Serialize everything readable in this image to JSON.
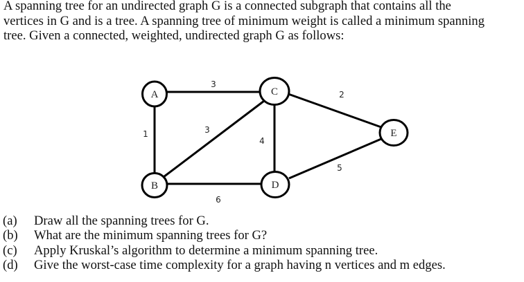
{
  "intro": {
    "lines": [
      "A spanning tree for an undirected graph G is a connected subgraph that contains all the",
      "vertices in G and is a tree. A spanning tree of minimum weight is called a minimum spanning",
      "tree. Given a connected, weighted, undirected graph G as follows:"
    ]
  },
  "graph": {
    "nodes": [
      {
        "id": "A",
        "label": "A"
      },
      {
        "id": "B",
        "label": "B"
      },
      {
        "id": "C",
        "label": "C"
      },
      {
        "id": "D",
        "label": "D"
      },
      {
        "id": "E",
        "label": "E"
      }
    ],
    "edges": [
      {
        "from": "A",
        "to": "C",
        "weight": "3"
      },
      {
        "from": "A",
        "to": "B",
        "weight": "1"
      },
      {
        "from": "B",
        "to": "C",
        "weight": "3"
      },
      {
        "from": "C",
        "to": "D",
        "weight": "4"
      },
      {
        "from": "B",
        "to": "D",
        "weight": "6"
      },
      {
        "from": "C",
        "to": "E",
        "weight": "2"
      },
      {
        "from": "D",
        "to": "E",
        "weight": "5"
      }
    ]
  },
  "questions": [
    {
      "label": "(a)",
      "text": "Draw all the spanning trees for G."
    },
    {
      "label": "(b)",
      "text": "What are the minimum spanning trees for G?"
    },
    {
      "label": "(c)",
      "text": "Apply Kruskal’s algorithm to determine a minimum spanning tree."
    },
    {
      "label": "(d)",
      "text": "Give the worst-case time complexity for a graph having n vertices and m edges."
    }
  ]
}
